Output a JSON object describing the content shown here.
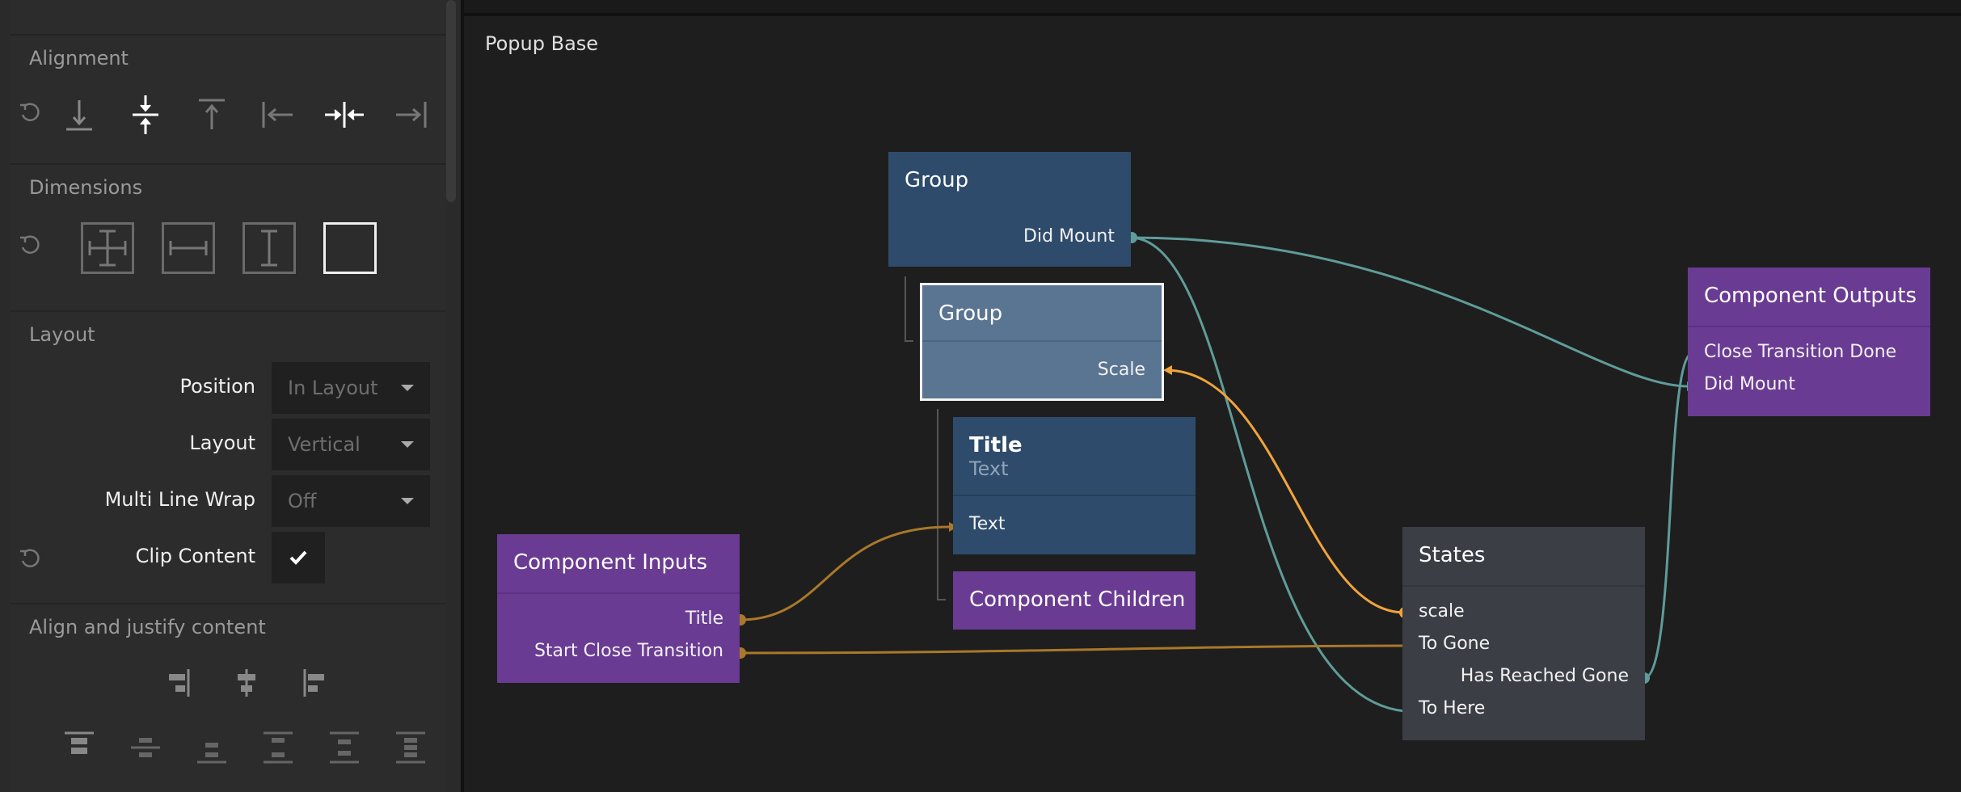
{
  "panel": {
    "alignment": {
      "title": "Alignment"
    },
    "dimensions": {
      "title": "Dimensions"
    },
    "layout": {
      "title": "Layout",
      "position": {
        "label": "Position",
        "value": "In Layout"
      },
      "layout": {
        "label": "Layout",
        "value": "Vertical"
      },
      "wrap": {
        "label": "Multi Line Wrap",
        "value": "Off"
      },
      "clip": {
        "label": "Clip Content",
        "checked": true
      }
    },
    "align_justify": {
      "title": "Align and justify content"
    }
  },
  "canvas": {
    "title": "Popup Base",
    "nodes": {
      "group1": {
        "title": "Group",
        "ports": [
          "Did Mount"
        ]
      },
      "group2": {
        "title": "Group",
        "ports": [
          "Scale"
        ]
      },
      "title_text": {
        "title": "Title",
        "subtitle": "Text",
        "ports": [
          "Text"
        ]
      },
      "children": {
        "title": "Component Children"
      },
      "inputs": {
        "title": "Component Inputs",
        "ports": [
          "Title",
          "Start Close Transition"
        ]
      },
      "outputs": {
        "title": "Component Outputs",
        "ports": [
          "Close Transition Done",
          "Did Mount"
        ]
      },
      "states": {
        "title": "States",
        "ports": [
          "scale",
          "To Gone",
          "Has Reached Gone",
          "To Here"
        ]
      }
    }
  },
  "colors": {
    "wire_teal": "#5f9c9a",
    "wire_orange": "#f0a43a",
    "wire_brown": "#a9782a",
    "node_purple": "#6a3b93",
    "node_blue": "#2e4b6c",
    "node_selected": "#5a7591",
    "node_grey": "#3c3e46"
  }
}
